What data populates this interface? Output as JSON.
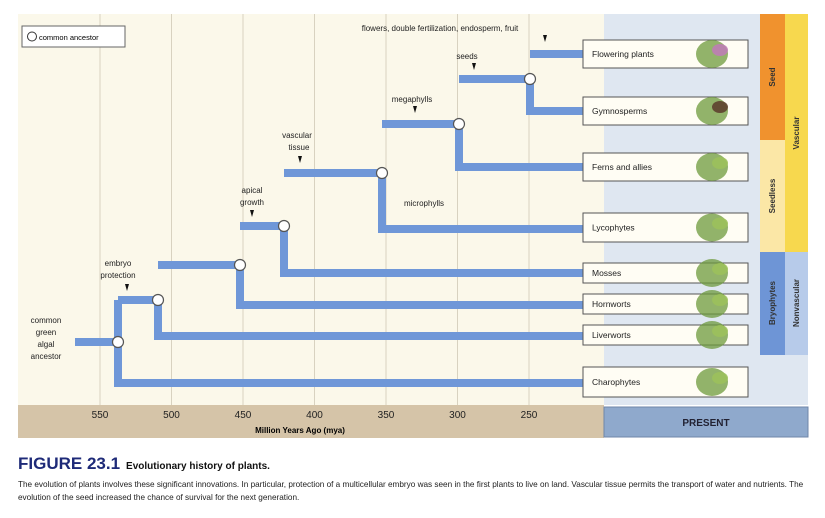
{
  "legend": {
    "label": "common ancestor"
  },
  "axis": {
    "ticks": [
      "550",
      "500",
      "450",
      "400",
      "350",
      "300",
      "250"
    ],
    "label": "Million Years Ago (mya)",
    "present": "PRESENT"
  },
  "ancestor_label": [
    "common",
    "green",
    "algal",
    "ancestor"
  ],
  "innovations": {
    "embryo": [
      "embryo",
      "protection"
    ],
    "apical": [
      "apical",
      "growth"
    ],
    "vascular": [
      "vascular",
      "tissue"
    ],
    "megaphylls": "megaphylls",
    "microphylls": "microphylls",
    "seeds": "seeds",
    "flowers": "flowers, double fertilization, endosperm, fruit"
  },
  "taxa": [
    "Flowering plants",
    "Gymnosperms",
    "Ferns and allies",
    "Lycophytes",
    "Mosses",
    "Hornworts",
    "Liverworts",
    "Charophytes"
  ],
  "groups": {
    "seed": "Seed",
    "seedless": "Seedless",
    "vascular": "Vascular",
    "bryophytes": "Bryophytes",
    "nonvascular": "Nonvascular"
  },
  "caption": {
    "figure": "FIGURE 23.1",
    "title": "Evolutionary history of plants.",
    "text": "The evolution of plants involves these significant innovations. In particular, protection of a multicellular embryo was seen in the first plants to live on land. Vascular tissue permits the transport of water and nutrients. The evolution of the seed increased the chance of survival for the next generation."
  },
  "colors": {
    "branch": "#6f97d8",
    "seed": "#f0922e",
    "seedless": "#fbe7a6",
    "vascular": "#f7d84e",
    "bryophytes": "#6e95d6",
    "nonvascular": "#b7cbea",
    "present": "#8fa9cc",
    "title": "#1e2a78"
  }
}
